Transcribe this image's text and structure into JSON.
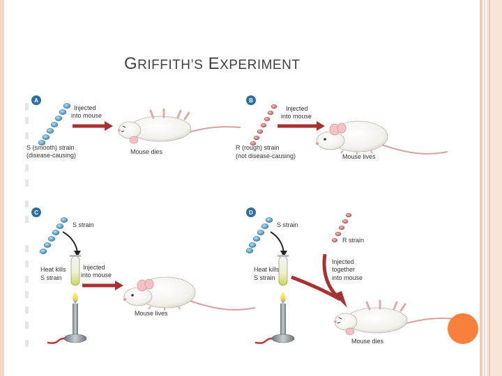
{
  "slide": {
    "title_cap1": "G",
    "title_rest1": "RIFFITH’S",
    "title_cap2": "E",
    "title_rest2": "XPERIMENT",
    "accent_color": "#f7803c",
    "border_color": "#f6d6c8"
  },
  "panels": {
    "a": {
      "badge": "A",
      "injected": [
        "Injected",
        "into mouse"
      ],
      "strain": [
        "S (smooth) strain",
        "(disease-causing)"
      ],
      "result": "Mouse dies"
    },
    "b": {
      "badge": "B",
      "injected": [
        "Injected",
        "into mouse"
      ],
      "strain": [
        "R (rough) strain",
        "(not disease-causing)"
      ],
      "result": "Mouse lives"
    },
    "c": {
      "badge": "C",
      "strain": "S strain",
      "heat": [
        "Heat kills",
        "S strain"
      ],
      "injected": [
        "Injected",
        "into mouse"
      ],
      "result": "Mouse lives"
    },
    "d": {
      "badge": "D",
      "s_strain": "S strain",
      "r_strain": "R strain",
      "heat": [
        "Heat kills",
        "S strain"
      ],
      "injected": [
        "Injected",
        "together",
        "into mouse"
      ],
      "result": "Mouse dies"
    }
  }
}
